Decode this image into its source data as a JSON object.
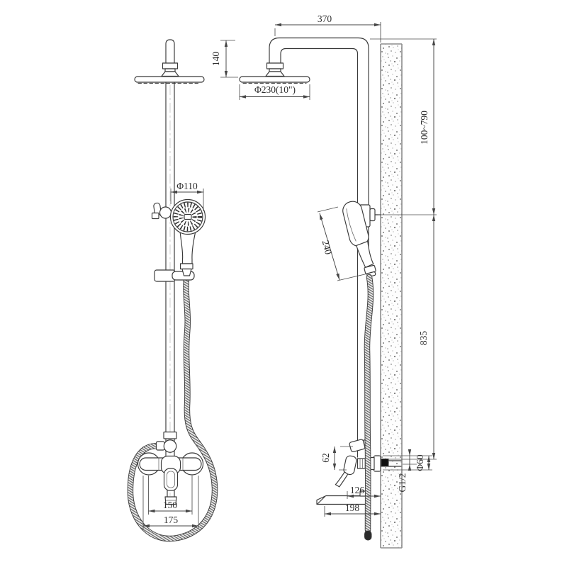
{
  "drawing": {
    "kind": "shower-column-technical-drawing",
    "views": [
      "front",
      "side"
    ]
  },
  "dimensions": {
    "arm_reach": "370",
    "arm_drop": "140",
    "rain_head_diameter": "Φ230(10\")",
    "slider_adjust_range": "100~790",
    "hand_shower_diameter": "Φ110",
    "hand_shower_length": "240",
    "body_height": "835",
    "diverter_offset": "62",
    "escutcheon_diameter": "Φ60",
    "inlet_thread": "G1/2",
    "handle_clearance": "126",
    "spout_reach": "198",
    "inlet_centers": "150",
    "valve_body_width": "175"
  },
  "colors": {
    "line": "#383838",
    "dim_line": "#454545",
    "wall_edge": "#8d8d8d",
    "anchor_fill": "#101010"
  }
}
